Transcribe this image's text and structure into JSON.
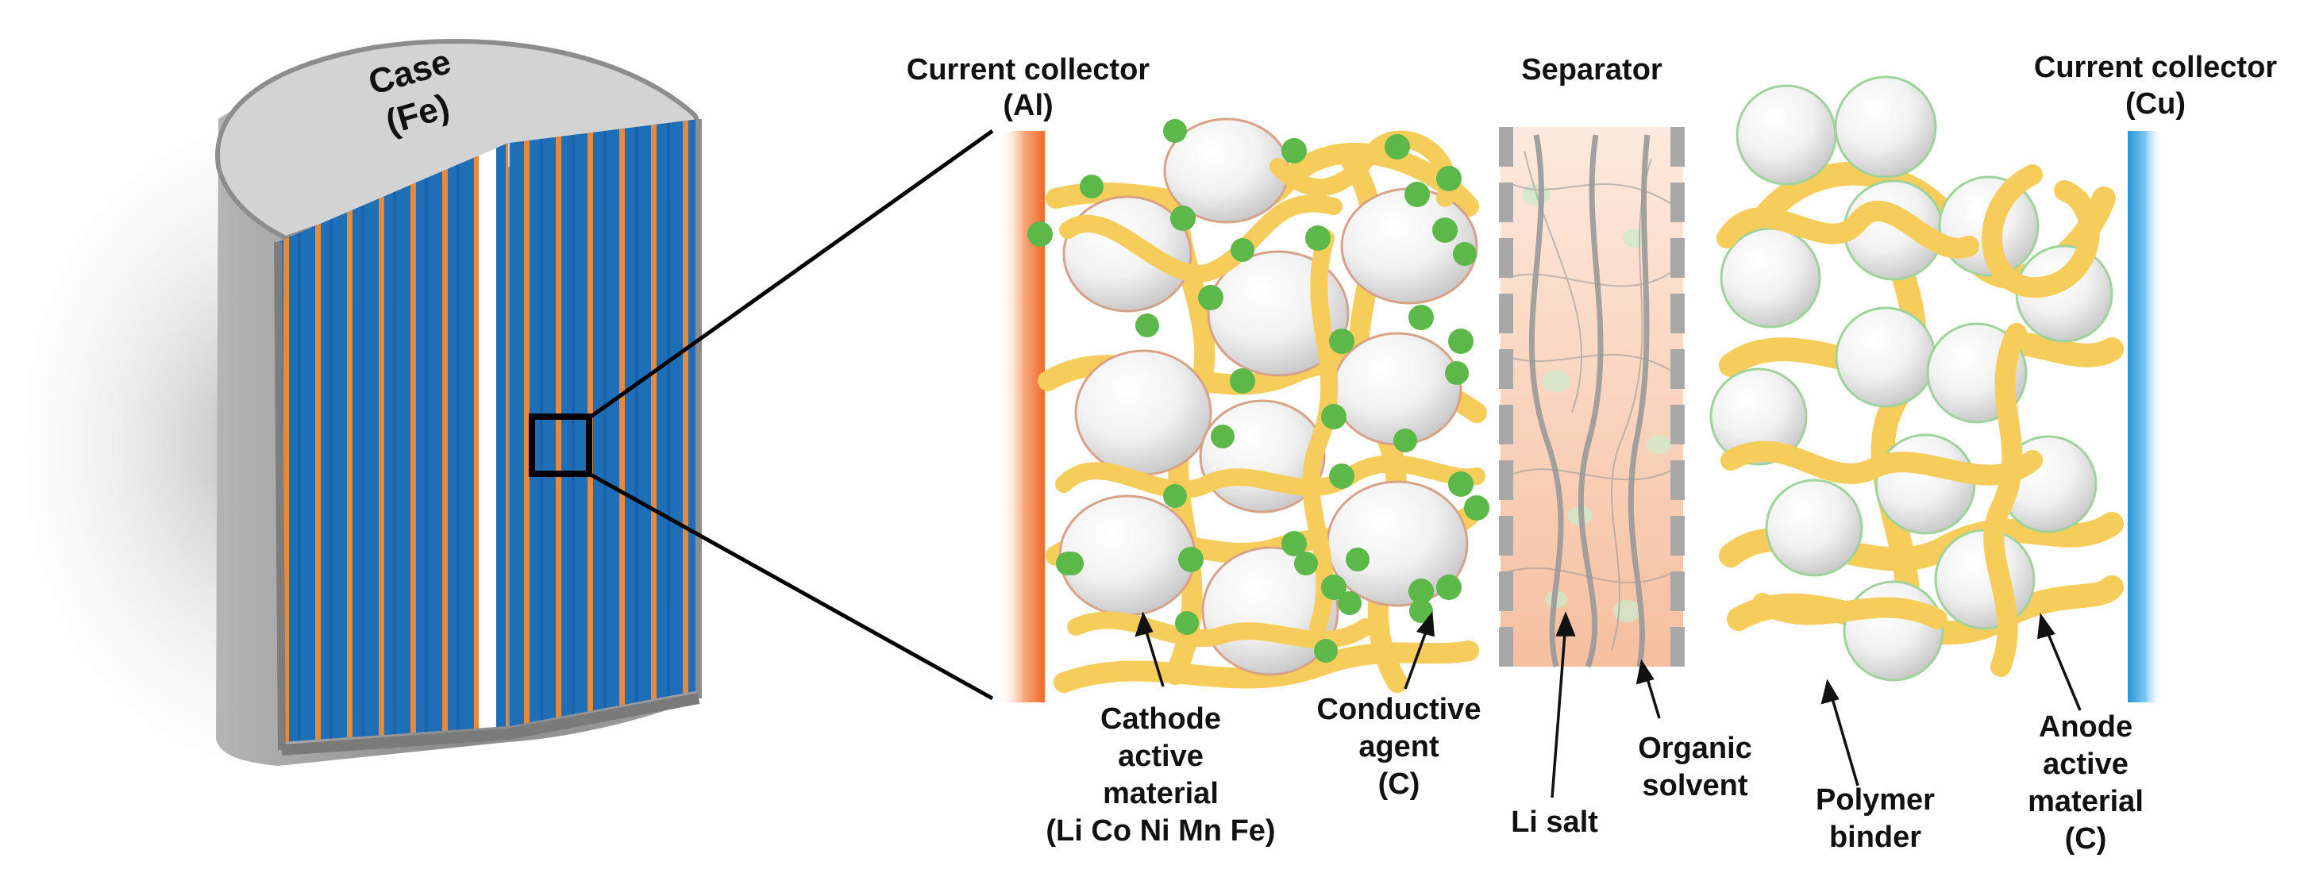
{
  "case": {
    "line1": "Case",
    "line2": "(Fe)"
  },
  "labels": {
    "collector_al_1": "Current collector",
    "collector_al_2": "(Al)",
    "separator": "Separator",
    "collector_cu_1": "Current collector",
    "collector_cu_2": "(Cu)",
    "cathode_1": "Cathode",
    "cathode_2": "active",
    "cathode_3": "material",
    "cathode_4": "(Li Co Ni Mn Fe)",
    "conductive_1": "Conductive",
    "conductive_2": "agent",
    "conductive_3": "(C)",
    "li_salt": "Li salt",
    "organic_1": "Organic",
    "organic_2": "solvent",
    "polymer_1": "Polymer",
    "polymer_2": "binder",
    "anode_1": "Anode",
    "anode_2": "active",
    "anode_3": "material",
    "anode_4": "(C)"
  },
  "colors": {
    "case_top": "#d0d0d0",
    "case_body": "#9c9c9c",
    "electrode_blue": "#1e6fb8",
    "electrode_orange": "#e8893a",
    "aluminum_collector": "#f07a3a",
    "copper_collector": "#3aa3dd",
    "binder": "#f6cd5a",
    "conductive_agent": "#5cb848",
    "separator_fill": "#f7c1a4",
    "cathode_particle_rim": "#d8a288",
    "anode_particle_rim": "#9fd39b"
  }
}
